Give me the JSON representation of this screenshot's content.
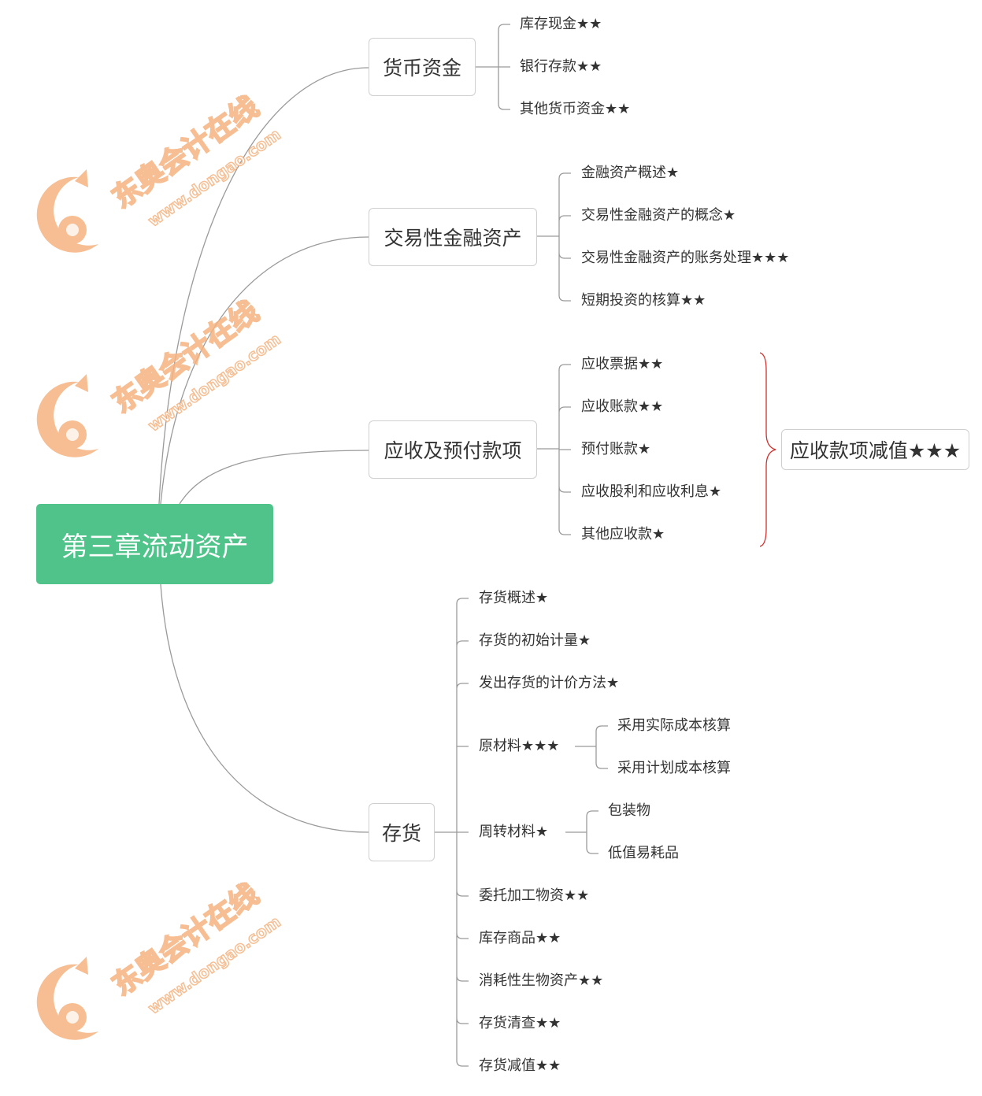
{
  "root": {
    "label": "第三章流动资产",
    "color": "#4fc38a"
  },
  "branches": [
    {
      "label": "货币资金",
      "children": [
        "库存现金★★",
        "银行存款★★",
        "其他货币资金★★"
      ]
    },
    {
      "label": "交易性金融资产",
      "children": [
        "金融资产概述★",
        "交易性金融资产的概念★",
        "交易性金融资产的账务处理★★★",
        "短期投资的核算★★"
      ]
    },
    {
      "label": "应收及预付款项",
      "children": [
        "应收票据★★",
        "应收账款★★",
        "预付账款★",
        "应收股利和应收利息★",
        "其他应收款★"
      ],
      "summary": {
        "label": "应收款项减值★★★",
        "brace_color": "#d0312d"
      }
    },
    {
      "label": "存货",
      "children": [
        {
          "label": "存货概述★"
        },
        {
          "label": "存货的初始计量★"
        },
        {
          "label": "发出存货的计价方法★"
        },
        {
          "label": "原材料★★★",
          "children": [
            "采用实际成本核算",
            "采用计划成本核算"
          ]
        },
        {
          "label": "周转材料★",
          "children": [
            "包装物",
            "低值易耗品"
          ]
        },
        {
          "label": "委托加工物资★★"
        },
        {
          "label": "库存商品★★"
        },
        {
          "label": "消耗性生物资产★★"
        },
        {
          "label": "存货清查★★"
        },
        {
          "label": "存货减值★★"
        }
      ]
    }
  ],
  "watermark": {
    "brand": "东奥会计在线",
    "url": "www.dongao.com",
    "color": "#f5b37f"
  }
}
